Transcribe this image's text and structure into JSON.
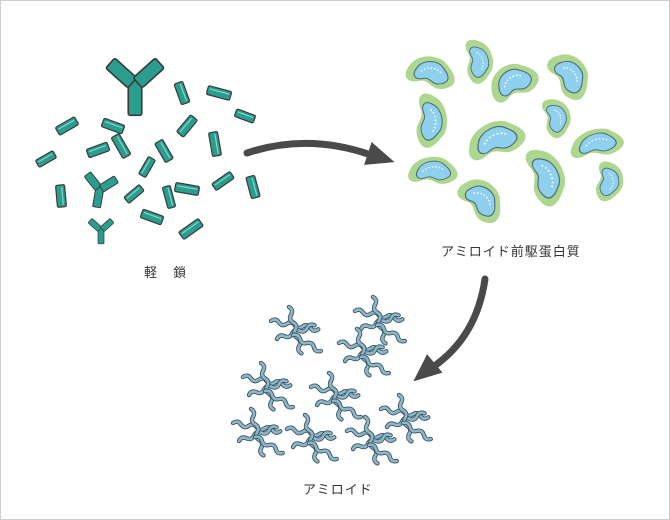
{
  "labels": {
    "light_chain": "軽 鎖",
    "precursor": "アミロイド前駆蛋白質",
    "amyloid": "アミロイド"
  },
  "colors": {
    "background": "#ffffff",
    "border": "#cfcfcf",
    "chain_teal": "#2a9d8f",
    "chain_outline": "#3a3a3a",
    "precursor_halo": "#9fd07a",
    "precursor_core": "#8fd0ee",
    "fibril_blue": "#8ab8cc",
    "arrow_gray": "#4a4a4a",
    "text": "#333333"
  },
  "icons": {
    "light_chain_cluster": "y-shaped-segment-icon",
    "precursor_cluster": "blob-icon",
    "amyloid_cluster": "fibril-icon",
    "arrows": "curved-arrow-icon"
  }
}
